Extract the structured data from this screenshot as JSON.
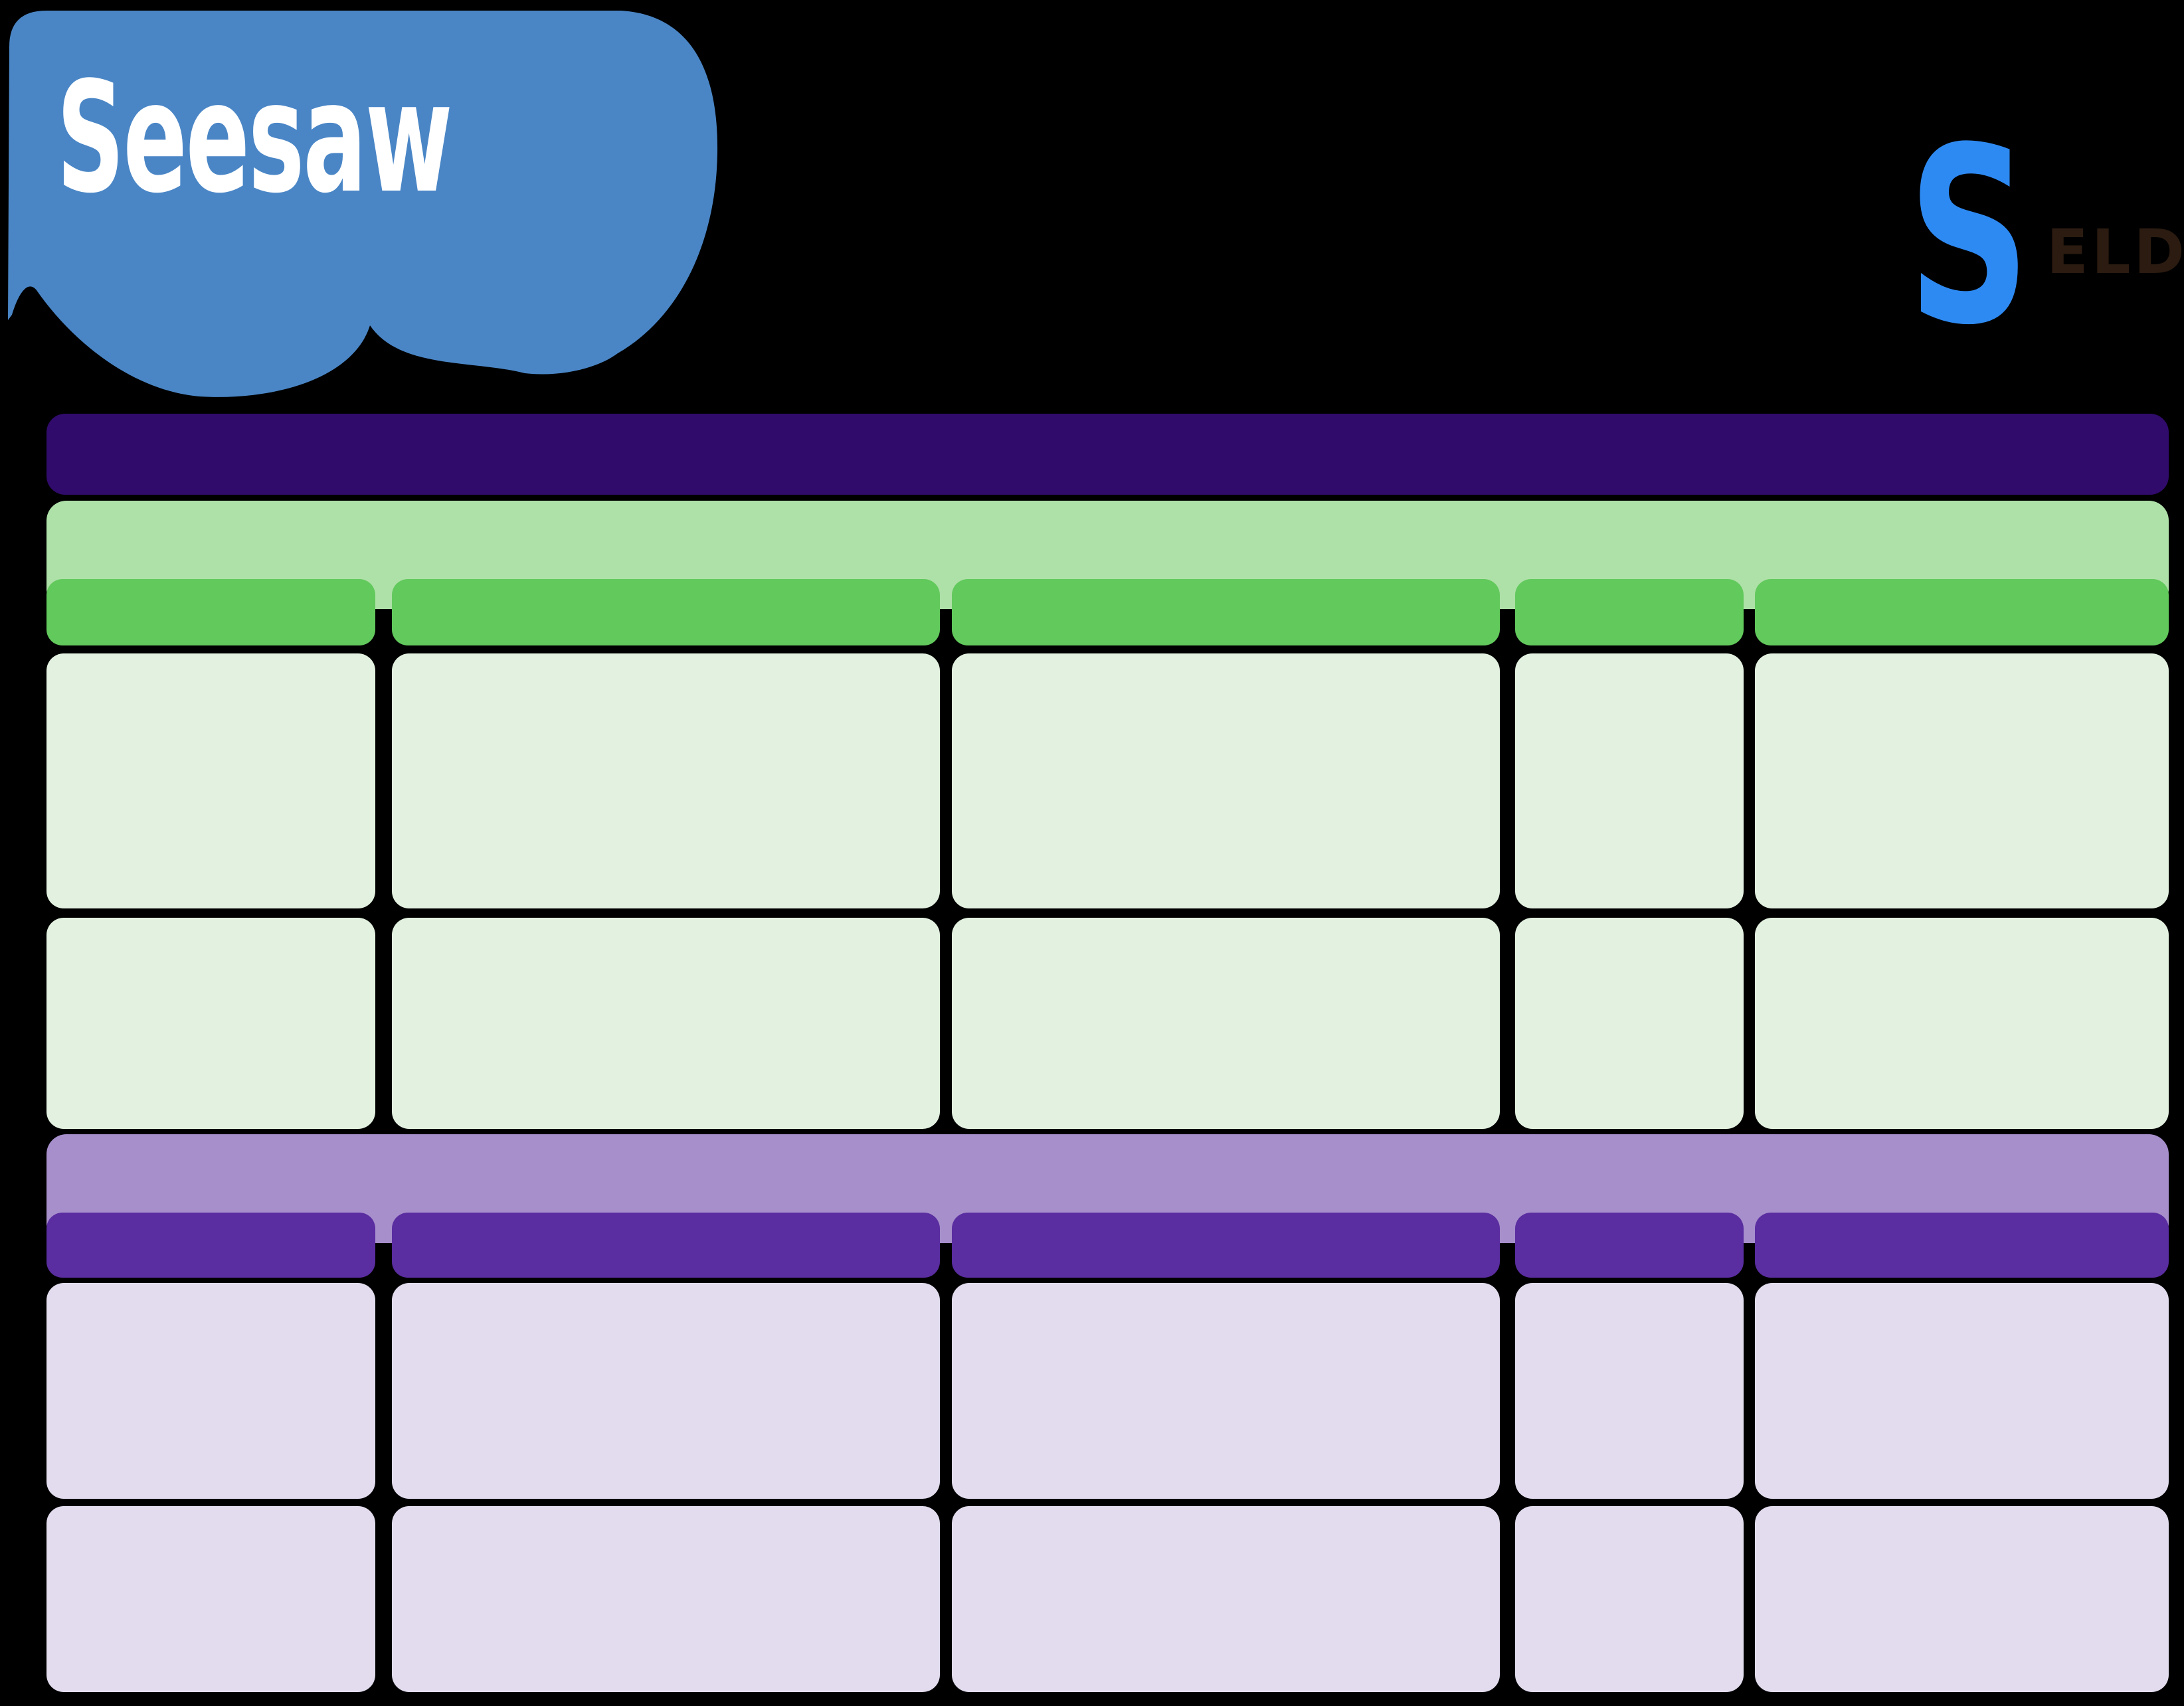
{
  "brand": {
    "wordmark": "Seesaw"
  },
  "eld_logo": {
    "s_glyph": "S",
    "label": "ELD"
  },
  "colors": {
    "background": "#000000",
    "logo_blue": "#4a86c6",
    "logo_text": "#ffffff",
    "s_blue": "#2e8af3",
    "eld_text": "#2b1b10",
    "title_band": "#300b6b",
    "green_band": "#aee1a8",
    "green_header": "#62c95c",
    "green_cell": "#e3f2e0",
    "purple_band": "#a78fcc",
    "purple_header": "#5a2da0",
    "purple_cell": "#e2dcee"
  },
  "table": {
    "column_count": 5,
    "sections": [
      {
        "id": "green",
        "header_cells": [
          "",
          "",
          "",
          "",
          ""
        ],
        "rows": [
          [
            "",
            "",
            "",
            "",
            ""
          ],
          [
            "",
            "",
            "",
            "",
            ""
          ]
        ]
      },
      {
        "id": "purple",
        "header_cells": [
          "",
          "",
          "",
          "",
          ""
        ],
        "rows": [
          [
            "",
            "",
            "",
            "",
            ""
          ],
          [
            "",
            "",
            "",
            "",
            ""
          ]
        ]
      }
    ]
  }
}
